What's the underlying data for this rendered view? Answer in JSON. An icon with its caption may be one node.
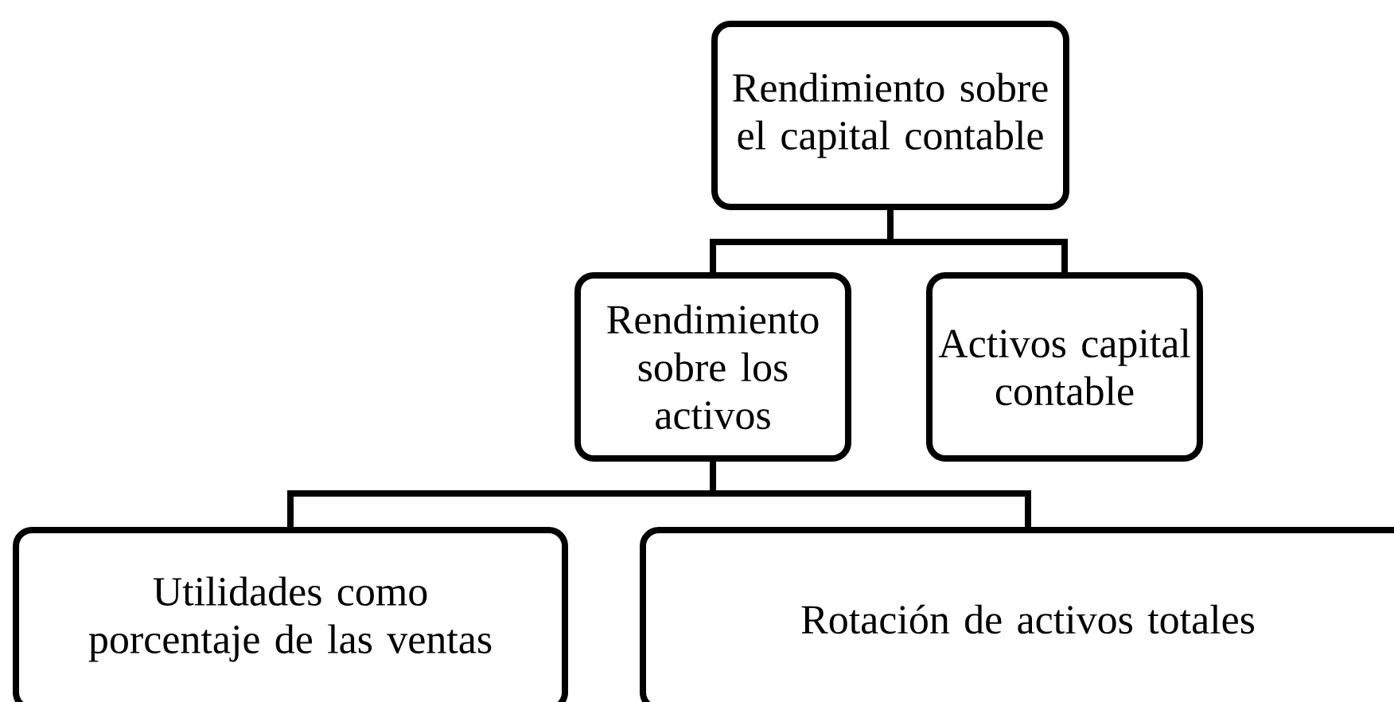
{
  "diagram": {
    "nodes": [
      {
        "text": [
          "Rendimiento sobre el capital contable"
        ]
      },
      {
        "text": [
          "Rendimiento sobre los activos"
        ]
      },
      {
        "text": [
          "Activos capital contable"
        ]
      },
      {
        "text": [
          "Utilidades como porcentaje de las ventas"
        ]
      },
      {
        "text": [
          "Rotación de activos totales"
        ]
      }
    ],
    "edges": [
      {
        "from": 0,
        "to": 1,
        "arrow": "none"
      },
      {
        "from": 0,
        "to": 2,
        "arrow": "none"
      },
      {
        "from": 1,
        "to": 3,
        "arrow": "none"
      },
      {
        "from": 1,
        "to": 4,
        "arrow": "none"
      }
    ]
  }
}
